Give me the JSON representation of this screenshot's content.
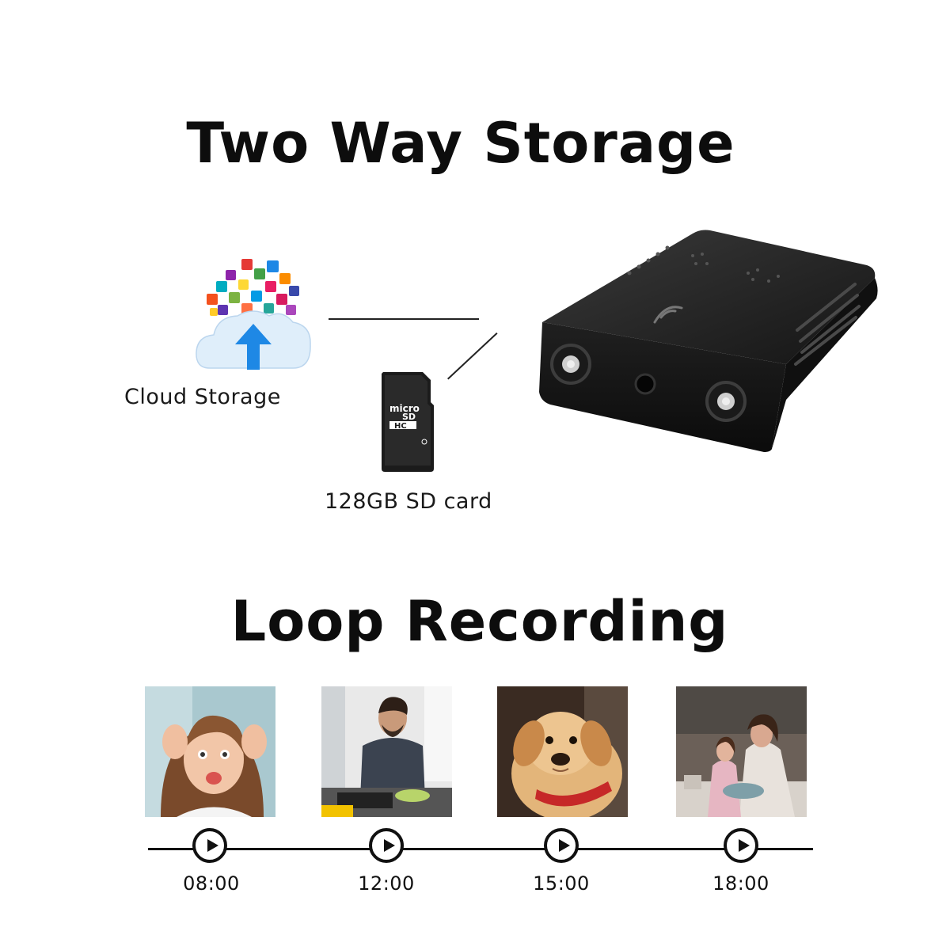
{
  "storage": {
    "title": "Two Way Storage",
    "cloud_label": "Cloud Storage",
    "sd_label": "128GB SD card",
    "sd_card_text": {
      "line1": "micro",
      "line2": "SD",
      "line3": "HC"
    }
  },
  "loop": {
    "title": "Loop Recording",
    "timeline": [
      {
        "time": "08:00",
        "photo": "girl-playing-photo"
      },
      {
        "time": "12:00",
        "photo": "man-cooking-photo"
      },
      {
        "time": "15:00",
        "photo": "puppy-photo"
      },
      {
        "time": "18:00",
        "photo": "mother-and-child-photo"
      }
    ]
  },
  "colors": {
    "accent_blue": "#1e88e5",
    "device_black": "#141414",
    "text": "#111111"
  }
}
